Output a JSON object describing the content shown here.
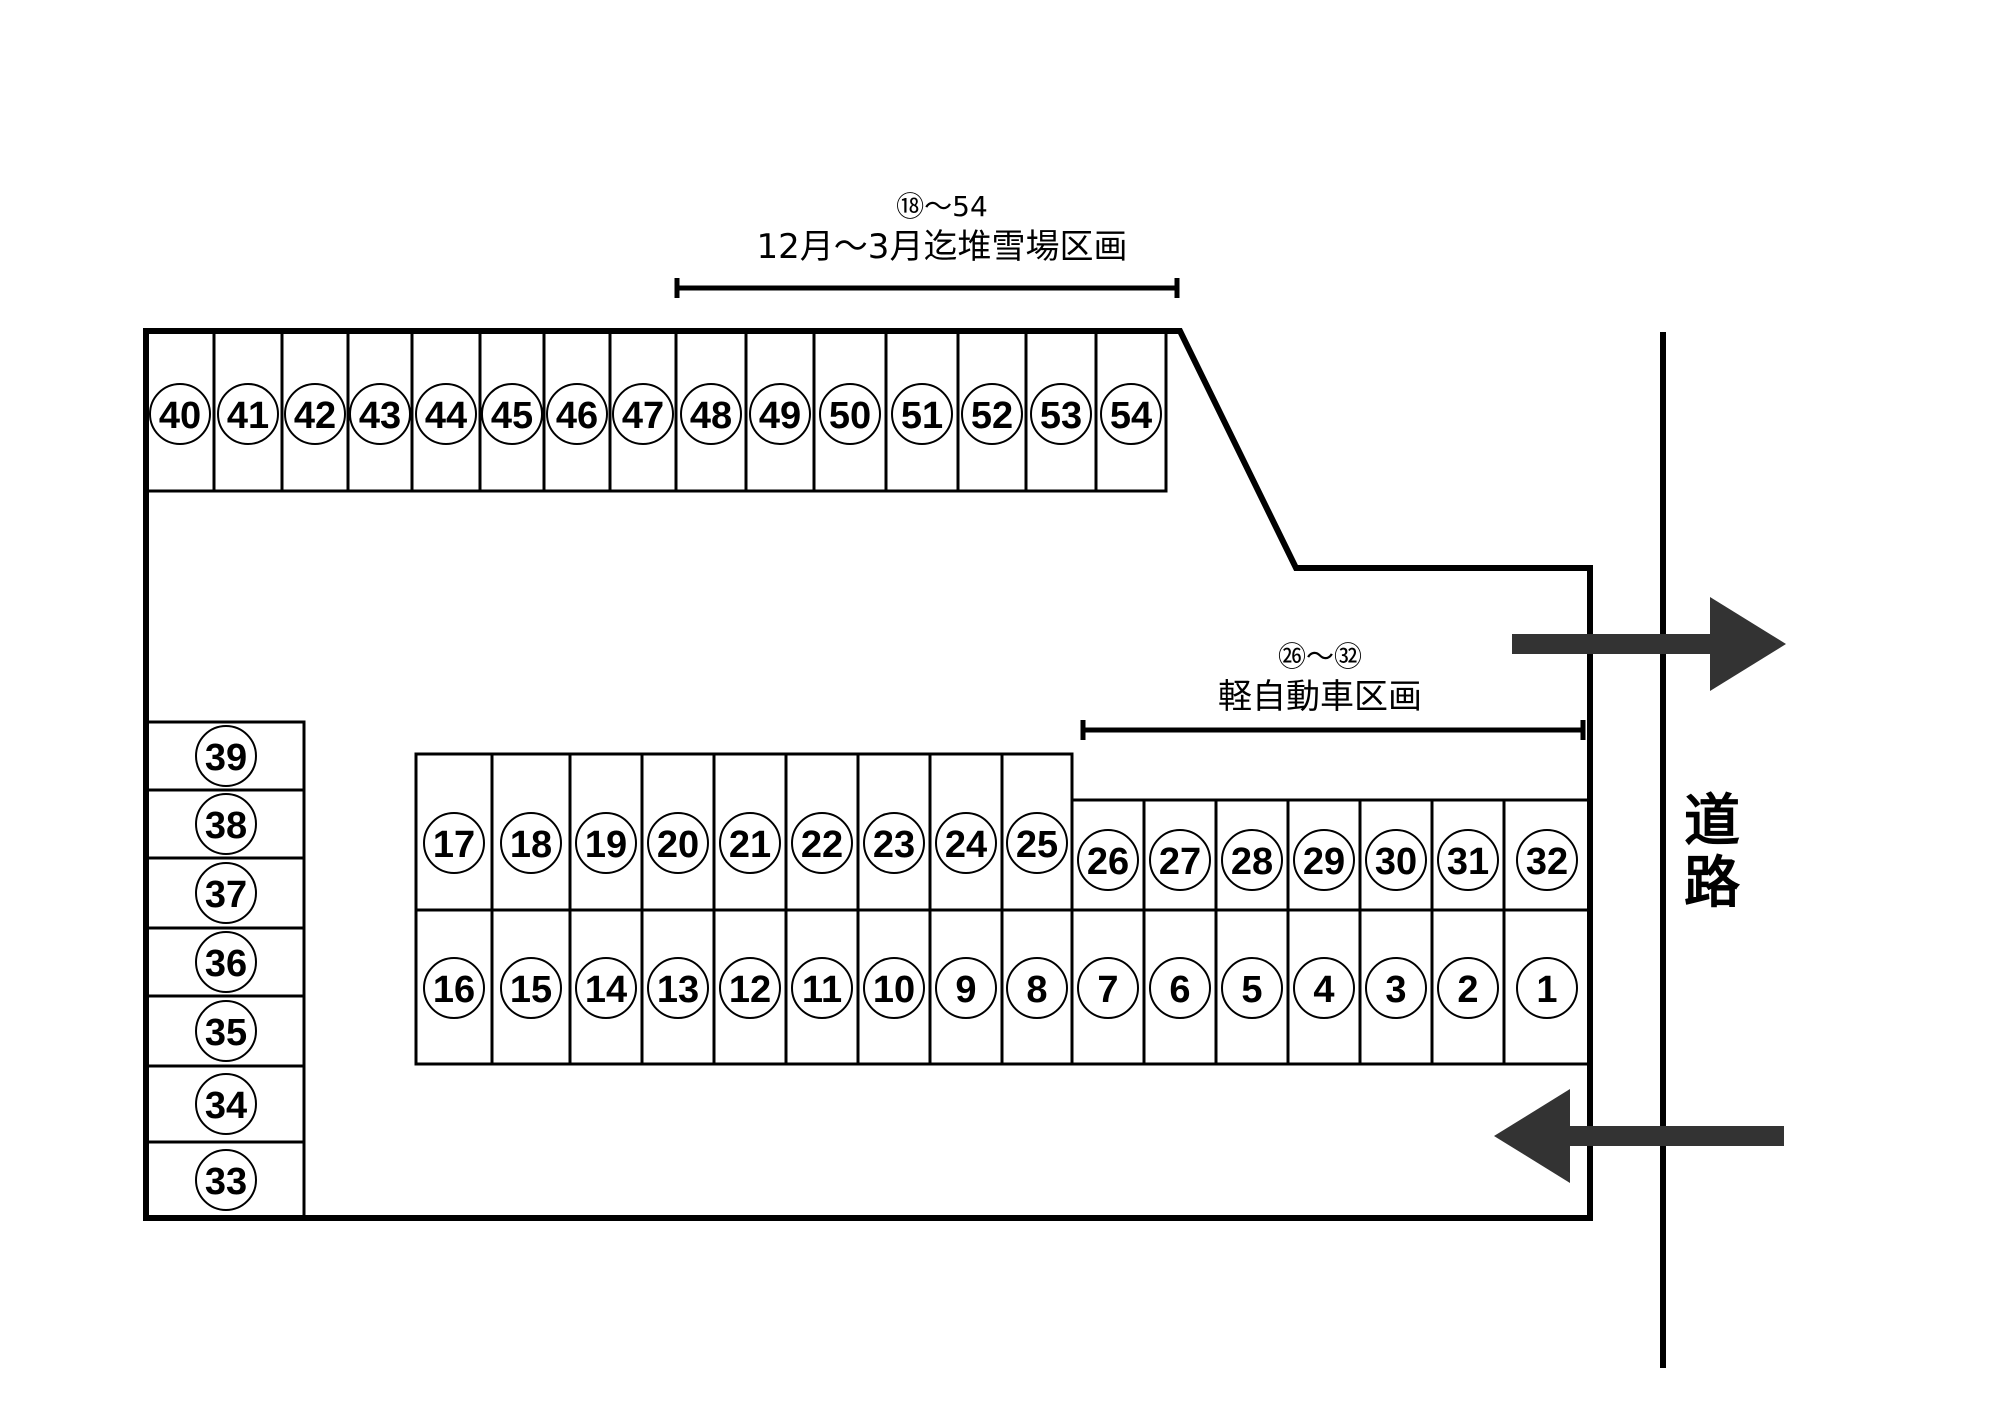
{
  "colors": {
    "line": "#000000",
    "arrow": "#333333",
    "background": "#ffffff"
  },
  "annotations": {
    "snow": {
      "range": "⑱〜54",
      "text": "12月〜3月迄堆雪場区画"
    },
    "kei": {
      "range": "㉖〜㉜",
      "text": "軽自動車区画"
    },
    "road": {
      "char1": "道",
      "char2": "路"
    }
  },
  "spaces": {
    "top_row": [
      "40",
      "41",
      "42",
      "43",
      "44",
      "45",
      "46",
      "47",
      "48",
      "49",
      "50",
      "51",
      "52",
      "53",
      "54"
    ],
    "left_column": [
      "39",
      "38",
      "37",
      "36",
      "35",
      "34",
      "33"
    ],
    "mid_upper": [
      "17",
      "18",
      "19",
      "20",
      "21",
      "22",
      "23",
      "24",
      "25",
      "26",
      "27",
      "28",
      "29",
      "30",
      "31",
      "32"
    ],
    "mid_lower": [
      "16",
      "15",
      "14",
      "13",
      "12",
      "11",
      "10",
      "9",
      "8",
      "7",
      "6",
      "5",
      "4",
      "3",
      "2",
      "1"
    ]
  },
  "arrows": [
    {
      "name": "exit-arrow",
      "direction": "right"
    },
    {
      "name": "entry-arrow",
      "direction": "left"
    }
  ]
}
